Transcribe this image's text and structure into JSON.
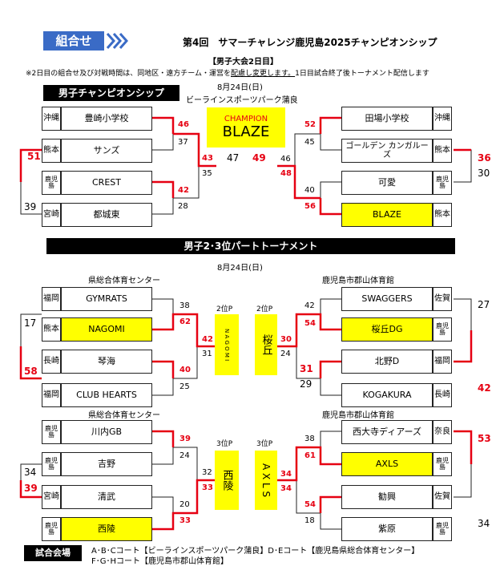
{
  "header": {
    "tab_label": "組合せ",
    "title": "第4回　サマーチャレンジ鹿児島2025チャンピオンシップ",
    "subtitle": "【男子大会2日目】"
  },
  "note": {
    "pre": "※2日目の組合せ及び対戦時間は、同地区・遠方チーム・運営を",
    "underlined": "配慮し変更します。",
    "post": "1日目試合終了後トーナメント配信します"
  },
  "section1": {
    "title": "男子チャンピオンシップ",
    "date": "8月24日(日)",
    "venue": "ビーラインスポーツパーク蒲良",
    "champion_label": "CHAMPION",
    "champion_team": "BLAZE",
    "left": [
      {
        "pref": "沖縄",
        "team": "豊崎小学校"
      },
      {
        "pref": "熊本",
        "team": "サンズ"
      },
      {
        "pref": "鹿児島",
        "team": "CREST"
      },
      {
        "pref": "宮崎",
        "team": "都城東"
      }
    ],
    "right": [
      {
        "pref": "沖縄",
        "team": "田場小学校"
      },
      {
        "pref": "熊本",
        "team": "ゴールデン カンガルーズ"
      },
      {
        "pref": "鹿児島",
        "team": "可愛"
      },
      {
        "pref": "熊本",
        "team": "BLAZE"
      }
    ],
    "scores": {
      "l1": "51",
      "l4": "39",
      "ls1": "46",
      "ls2": "37",
      "ls3": "42",
      "ls4": "28",
      "lsf1": "43",
      "lsf2": "35",
      "fl": "47",
      "fr": "49",
      "rsf1": "46",
      "rsf2": "48",
      "rs1": "52",
      "rs2": "45",
      "rs3": "40",
      "rs4": "56",
      "r2": "36",
      "r3": "30"
    }
  },
  "section2": {
    "title": "男子2･3位パートトーナメント",
    "date": "8月24日(日)",
    "venue_left": "県総合体育センター",
    "venue_right": "鹿児島市郡山体育館",
    "slot2": "2位P",
    "slot3": "3位P",
    "box2l": "N A G O M I",
    "box2r": "桜丘",
    "box3l": "西陵",
    "box3r": "A X L S",
    "g2l": [
      {
        "pref": "福岡",
        "team": "GYMRATS"
      },
      {
        "pref": "熊本",
        "team": "NAGOMI"
      },
      {
        "pref": "長崎",
        "team": "琴海"
      },
      {
        "pref": "福岡",
        "team": "CLUB HEARTS"
      }
    ],
    "g2r": [
      {
        "pref": "佐賀",
        "team": "SWAGGERS"
      },
      {
        "pref": "鹿児島",
        "team": "桜丘DG"
      },
      {
        "pref": "福岡",
        "team": "北野D"
      },
      {
        "pref": "長崎",
        "team": "KOGAKURA"
      }
    ],
    "g3l": [
      {
        "pref": "鹿児島",
        "team": "川内GB"
      },
      {
        "pref": "鹿児島",
        "team": "吉野"
      },
      {
        "pref": "宮崎",
        "team": "清武"
      },
      {
        "pref": "鹿児島",
        "team": "西陵"
      }
    ],
    "g3r": [
      {
        "pref": "奈良",
        "team": "西大寺ディアーズ"
      },
      {
        "pref": "鹿児島",
        "team": "AXLS"
      },
      {
        "pref": "佐賀",
        "team": "勧興"
      },
      {
        "pref": "鹿児島",
        "team": "紫原"
      }
    ],
    "scores2": {
      "a": "17",
      "b": "58",
      "c": "38",
      "d": "62",
      "e": "40",
      "f": "25",
      "g": "42",
      "h": "31",
      "i": "30",
      "j": "24",
      "k": "42",
      "l": "54",
      "m": "31",
      "n": "29",
      "o": "27",
      "p": "42"
    },
    "scores3": {
      "a": "34",
      "b": "39",
      "c": "39",
      "d": "24",
      "e": "20",
      "f": "33",
      "g": "32",
      "h": "33",
      "i": "34",
      "j": "34",
      "k": "38",
      "l": "61",
      "m": "54",
      "n": "18",
      "o": "53",
      "p": "34"
    }
  },
  "legend": {
    "label": "試合会場",
    "line1": "A･B･Cコート【ビーラインスポーツパーク蒲良】D･Eコート【鹿児島県総合体育センター】",
    "line2": "F･G･Hコート【鹿児島市郡山体育館】"
  },
  "colors": {
    "accent": "#3a6bc6",
    "win_line": "#e60012",
    "highlight": "#ffff00"
  }
}
